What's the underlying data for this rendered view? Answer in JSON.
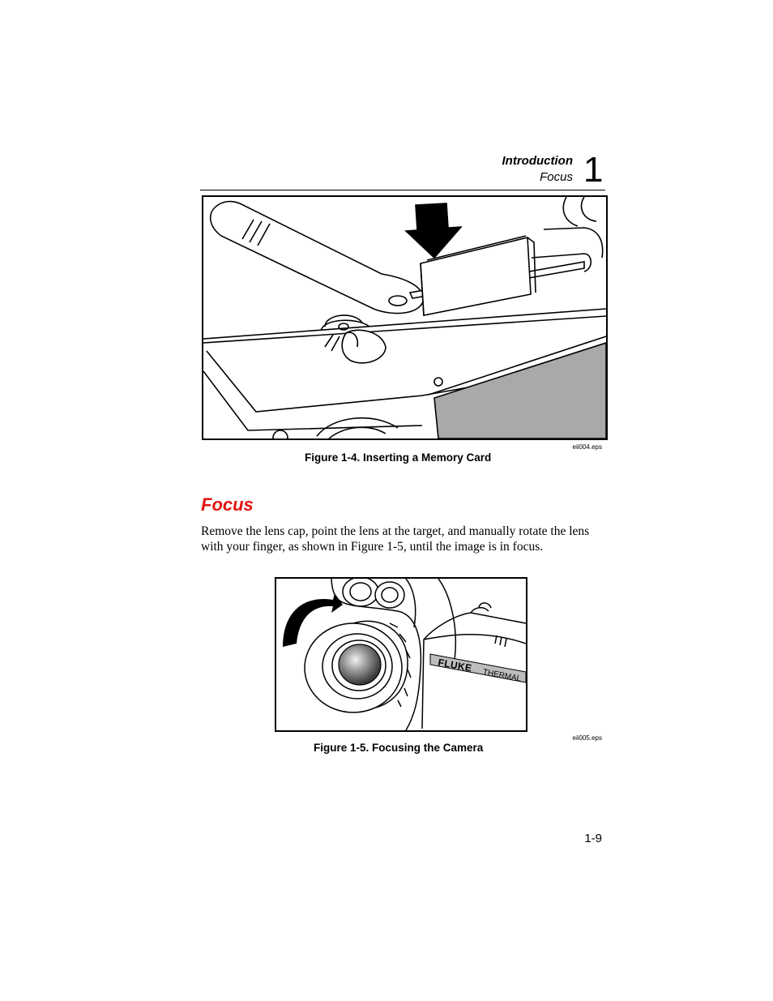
{
  "header": {
    "chapter_title": "Introduction",
    "section_title": "Focus",
    "chapter_number": "1"
  },
  "figure1": {
    "caption": "Figure 1-4. Inserting a Memory Card",
    "file_label": "eii004.eps"
  },
  "section": {
    "title": "Focus",
    "color": "#e3130f",
    "body": "Remove the lens cap, point the lens at the target, and manually rotate the lens with your finger, as shown in Figure 1-5, until the image is in focus."
  },
  "figure2": {
    "caption": "Figure 1-5. Focusing the Camera",
    "file_label": "eii005.eps",
    "brand_text": "FLUKE",
    "product_text": "THERMAL"
  },
  "footer": {
    "page_number": "1-9"
  }
}
